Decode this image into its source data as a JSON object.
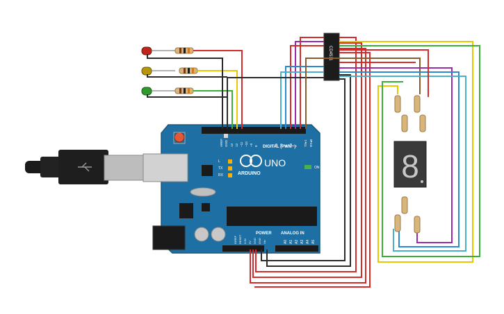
{
  "board": {
    "brand": "ARDUINO",
    "model": "UNO",
    "on_label": "ON",
    "tx_label": "TX",
    "rx_label": "RX",
    "l_label": "L",
    "digital_label": "DIGITAL (PWM~)",
    "power_label": "POWER",
    "analog_label": "ANALOG IN",
    "aref_label": "AREF",
    "gnd_label": "GND",
    "digital_pins": [
      "13",
      "12",
      "~11",
      "~10",
      "~9",
      "8",
      "7",
      "~6",
      "~5",
      "4",
      "~3",
      "2",
      "TX▸1",
      "RX◂0"
    ],
    "power_pins": [
      "IOREF",
      "RESET",
      "3.3V",
      "5V",
      "GND",
      "GND",
      "Vin"
    ],
    "analog_pins": [
      "A0",
      "A1",
      "A2",
      "A3",
      "A4",
      "A5"
    ]
  },
  "chip": {
    "label": "CD4511"
  },
  "leds": [
    {
      "color_name": "red",
      "color": "#c0241a"
    },
    {
      "color_name": "yellow",
      "color": "#b8960c"
    },
    {
      "color_name": "green",
      "color": "#2e9a2a"
    }
  ],
  "display": {
    "digit": "8",
    "segment_color": "#c8c8c8"
  },
  "wire_colors": {
    "red": "#d62a2a",
    "black": "#2a2a2a",
    "yellow": "#e8c800",
    "green": "#38b038",
    "purple": "#9a2aaa",
    "blue": "#2a8ad0",
    "teal": "#48b0c8",
    "brown": "#8a5a2a"
  }
}
